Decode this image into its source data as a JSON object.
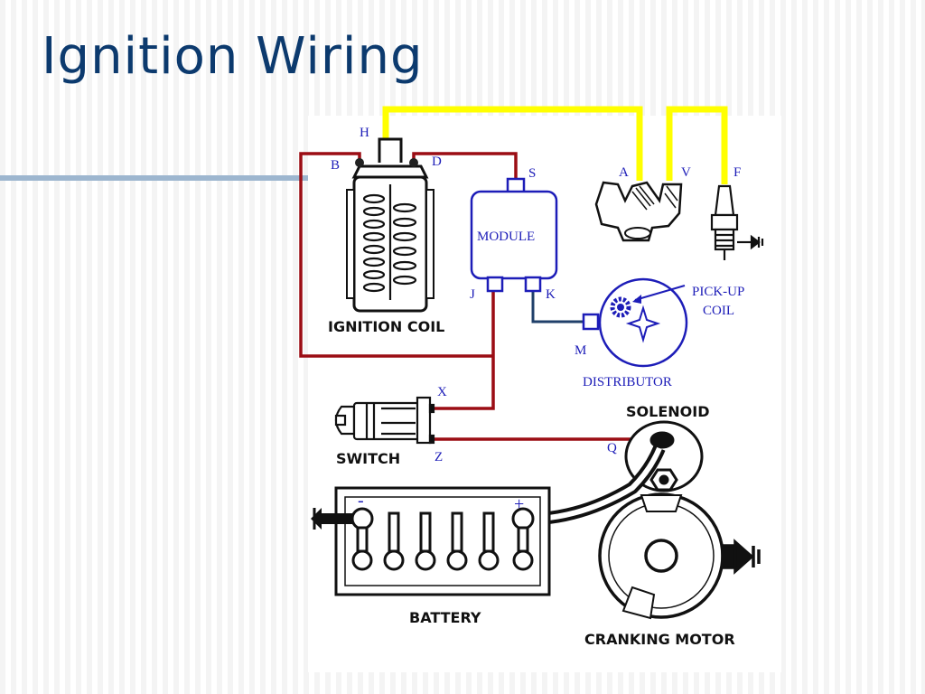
{
  "title": "Ignition Wiring",
  "colors": {
    "title": "#0c3a6e",
    "accent_line": "#9db6cf",
    "primary_wire": "#9b0d14",
    "secondary_wire": "#ffff00",
    "module_blue": "#1d1db8",
    "pickup_wire": "#20406a"
  },
  "components": {
    "ignition_coil": "IGNITION COIL",
    "module": "MODULE",
    "distributor": "DISTRIBUTOR",
    "pickup_coil_line1": "PICK-UP",
    "pickup_coil_line2": "COIL",
    "switch": "SWITCH",
    "solenoid": "SOLENOID",
    "battery": "BATTERY",
    "cranking_motor": "CRANKING MOTOR"
  },
  "terminals": {
    "H": "H",
    "B": "B",
    "D": "D",
    "S": "S",
    "A": "A",
    "V": "V",
    "F": "F",
    "J": "J",
    "K": "K",
    "M": "M",
    "X": "X",
    "Z": "Z",
    "Q": "Q",
    "battery_neg": "-",
    "battery_pos": "+"
  },
  "icons": {
    "ignition_coil": "ignition-coil-icon",
    "module": "module-box-icon",
    "distributor_cap": "distributor-cap-icon",
    "spark_plug": "spark-plug-icon",
    "distributor": "distributor-circle-icon",
    "key_switch": "key-switch-icon",
    "solenoid": "solenoid-icon",
    "battery": "battery-icon",
    "cranking_motor": "cranking-motor-icon",
    "ground": "ground-symbol-icon"
  }
}
